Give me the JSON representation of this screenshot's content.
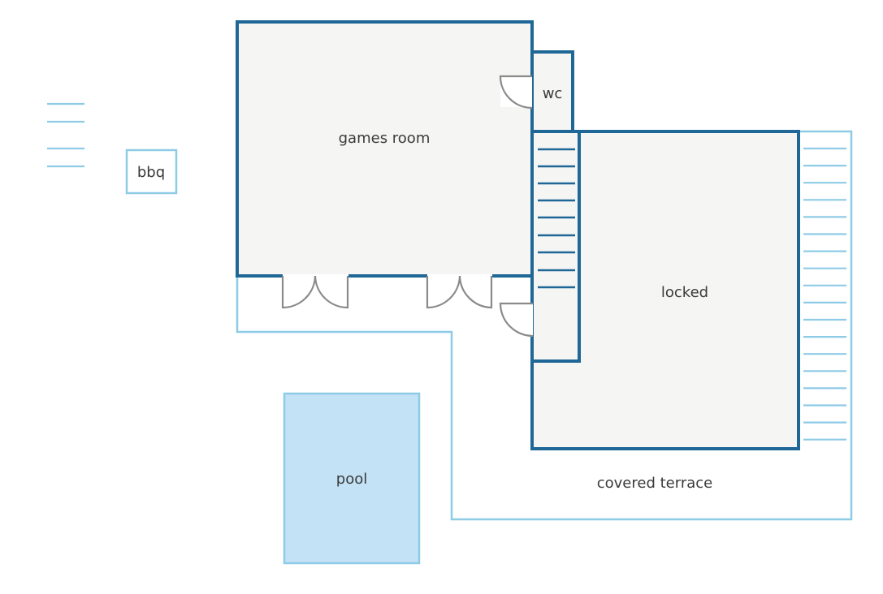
{
  "rooms": {
    "games_room": "games room",
    "wc": "wc",
    "locked": "locked",
    "bbq": "bbq",
    "pool": "pool",
    "covered_terrace": "covered terrace"
  },
  "colors": {
    "wall": "#1f6796",
    "outline": "#8ecbe6",
    "room_fill": "#f5f5f4",
    "pool_fill": "#c4e2f5",
    "door": "#8a8a8a"
  }
}
